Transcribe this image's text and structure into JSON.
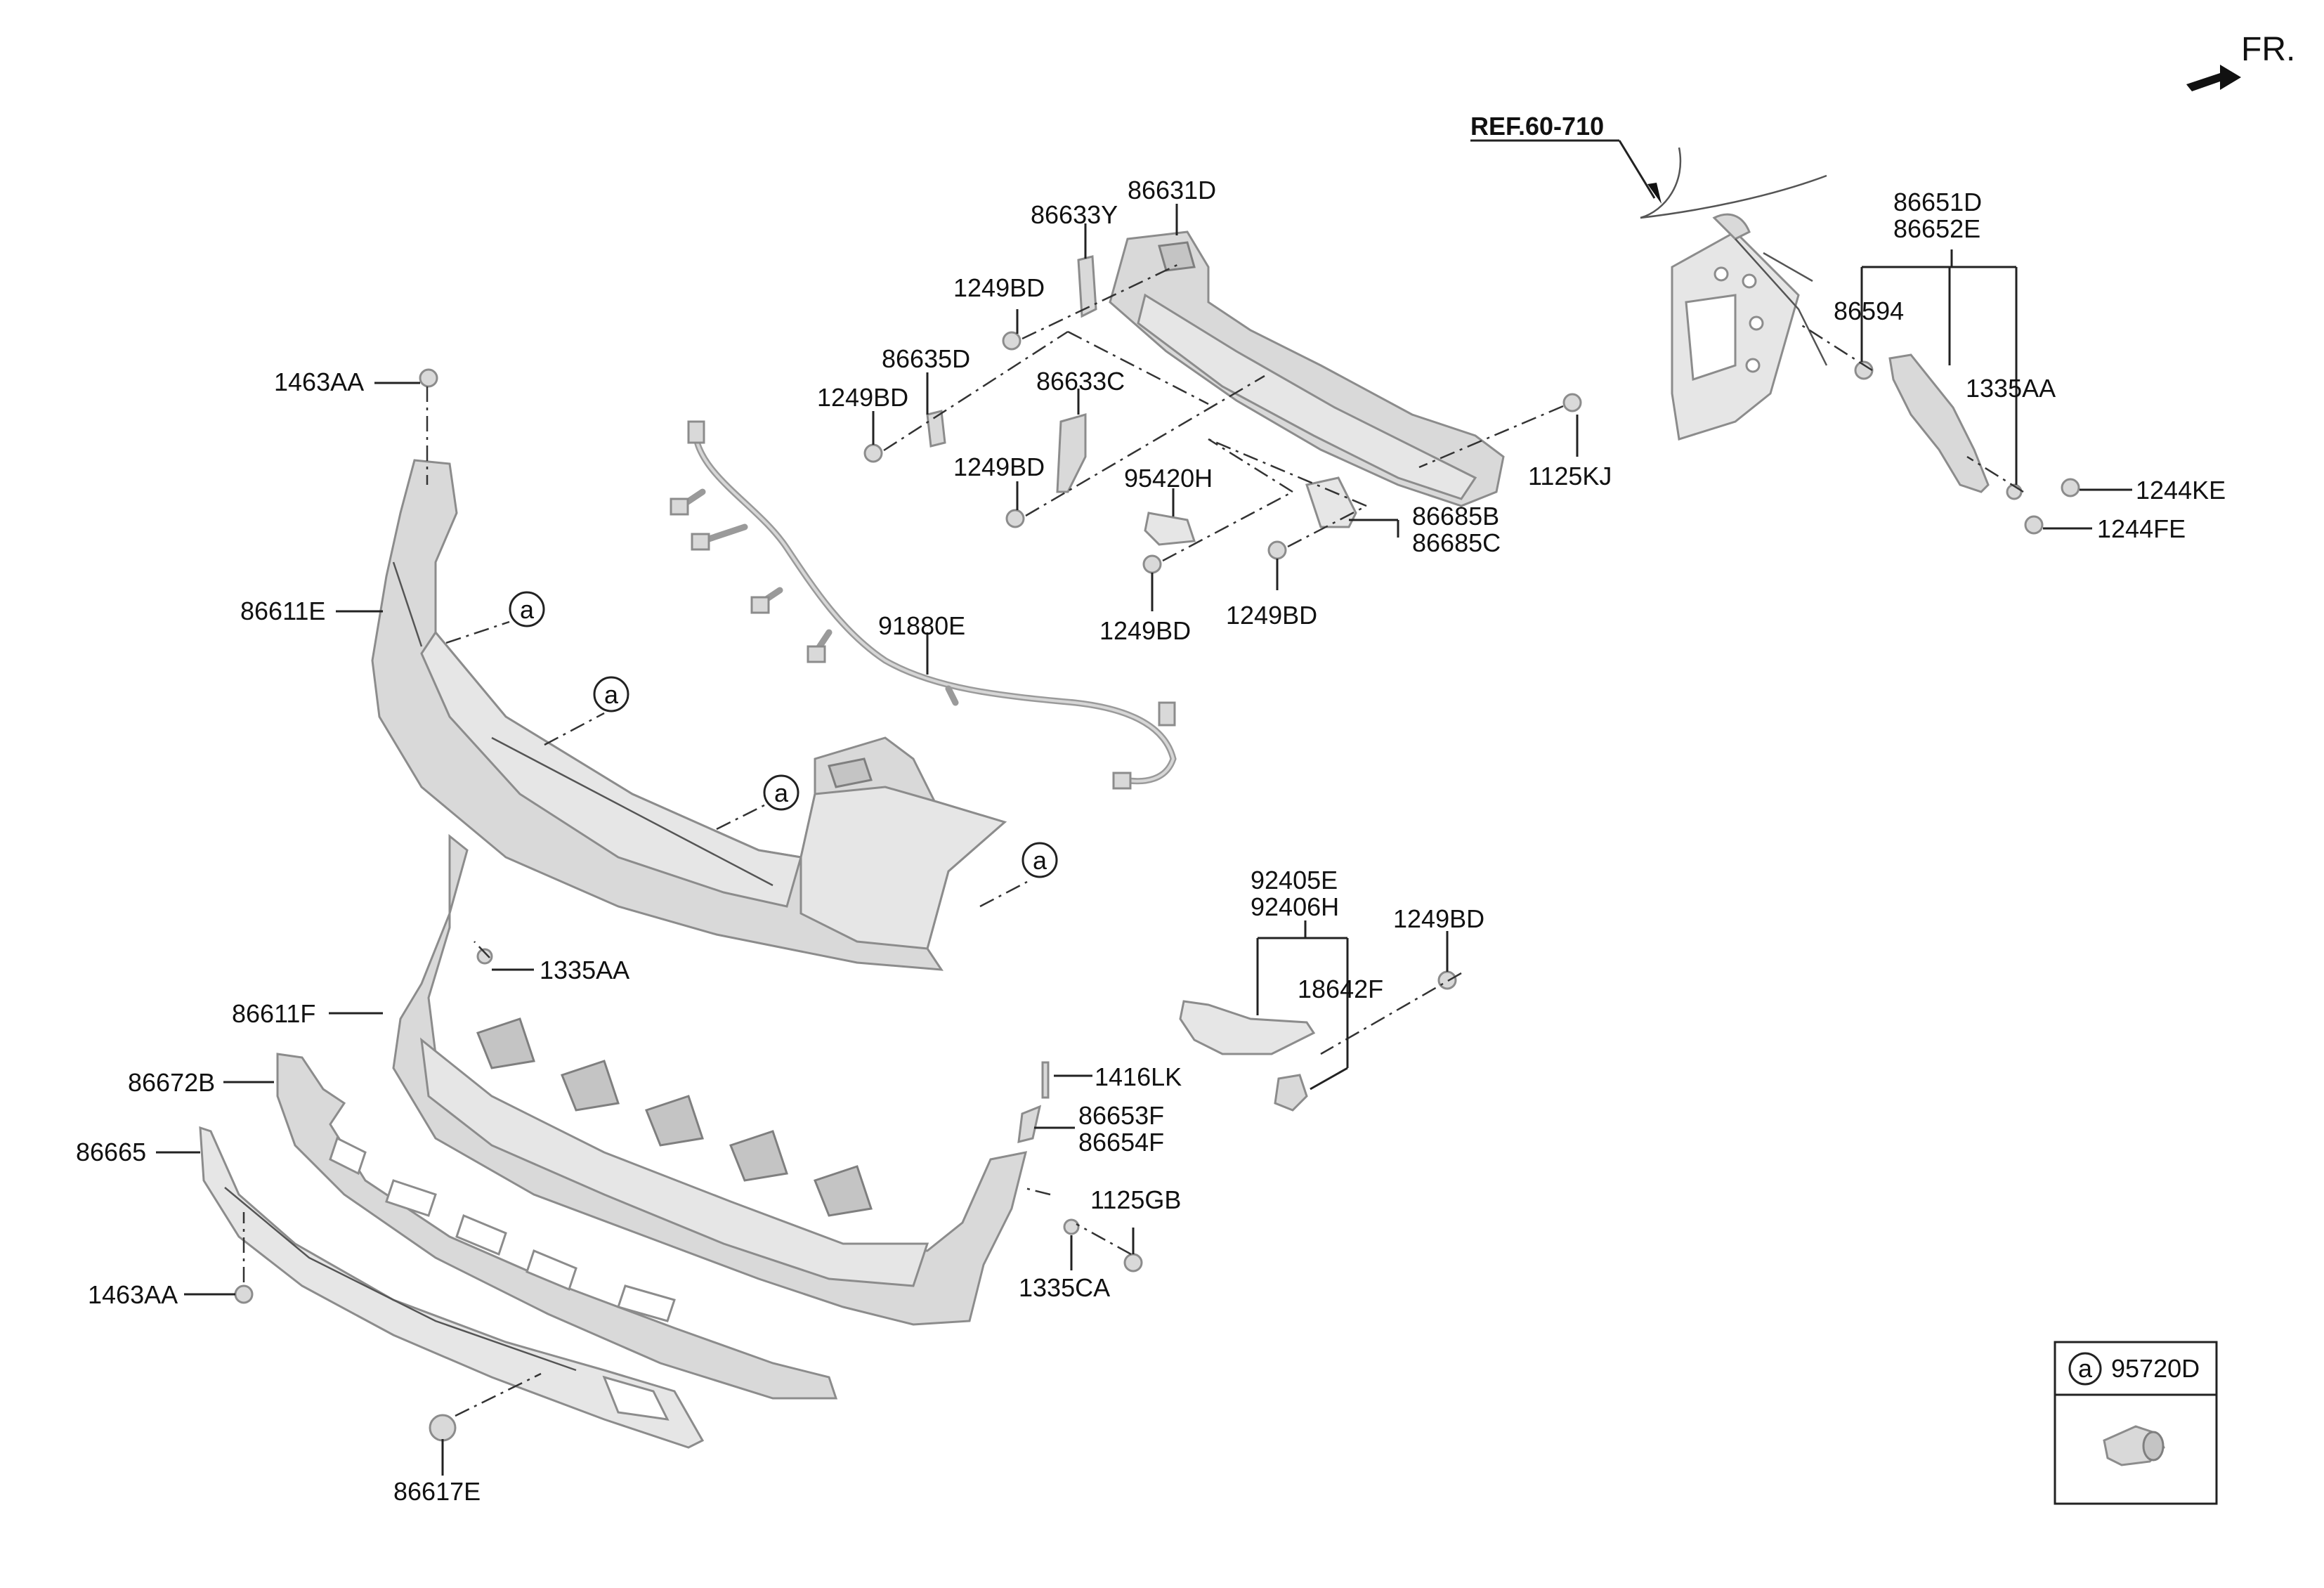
{
  "markers": {
    "front": "FR.",
    "reference": "REF.60-710",
    "callout": "a"
  },
  "legend": {
    "callout": "a",
    "part": "95720D"
  },
  "parts": {
    "p1463AA_top": "1463AA",
    "p86611E": "86611E",
    "p91880E": "91880E",
    "p1249BD_a": "1249BD",
    "p86633Y": "86633Y",
    "p86631D": "86631D",
    "p86635D": "86635D",
    "p1249BD_b": "1249BD",
    "p86633C": "86633C",
    "p1249BD_c": "1249BD",
    "p95420H": "95420H",
    "p1249BD_d": "1249BD",
    "p1249BD_e": "1249BD",
    "p1125KJ": "1125KJ",
    "p86685B": "86685B",
    "p86685C": "86685C",
    "p86651D": "86651D",
    "p86652E": "86652E",
    "p86594": "86594",
    "p1335AA_right": "1335AA",
    "p1244KE": "1244KE",
    "p1244FE": "1244FE",
    "p1335AA_left": "1335AA",
    "p86611F": "86611F",
    "p86672B": "86672B",
    "p86665": "86665",
    "p1463AA_bottom": "1463AA",
    "p86617E": "86617E",
    "p92405E": "92405E",
    "p92406H": "92406H",
    "p1249BD_f": "1249BD",
    "p18642F": "18642F",
    "p1416LK": "1416LK",
    "p86653F": "86653F",
    "p86654F": "86654F",
    "p1125GB": "1125GB",
    "p1335CA": "1335CA"
  }
}
